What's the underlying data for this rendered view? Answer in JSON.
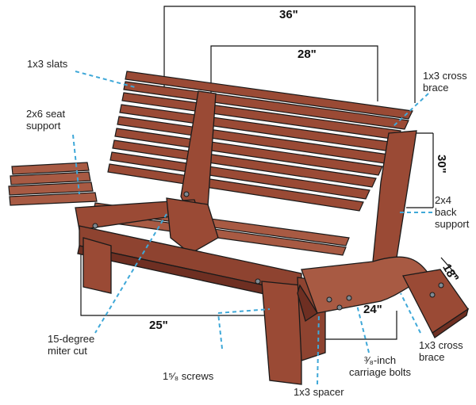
{
  "dimensions": {
    "width_overall": "36\"",
    "width_inner": "28\"",
    "height": "30\"",
    "depth_arm": "18\"",
    "length_seat": "25\"",
    "spacing": "24\""
  },
  "labels": {
    "slats": "1x3 slats",
    "seat_support": [
      "2x6 seat",
      "support"
    ],
    "cross_brace_top": [
      "1x3 cross",
      "brace"
    ],
    "back_support": [
      "2x4",
      "back",
      "support"
    ],
    "miter": [
      "15-degree",
      "miter cut"
    ],
    "screws": "1⁵⁄₈ screws",
    "spacer": "1x3 spacer",
    "bolts": [
      "³⁄₈-inch",
      "carriage bolts"
    ],
    "cross_brace_bottom": [
      "1x3 cross",
      "brace"
    ]
  },
  "colors": {
    "wood": "#9a4a35",
    "wood_dark": "#6e2f22",
    "wood_light": "#b86a52",
    "outline": "#1a1a1a",
    "leader": "#3fa8d8"
  }
}
